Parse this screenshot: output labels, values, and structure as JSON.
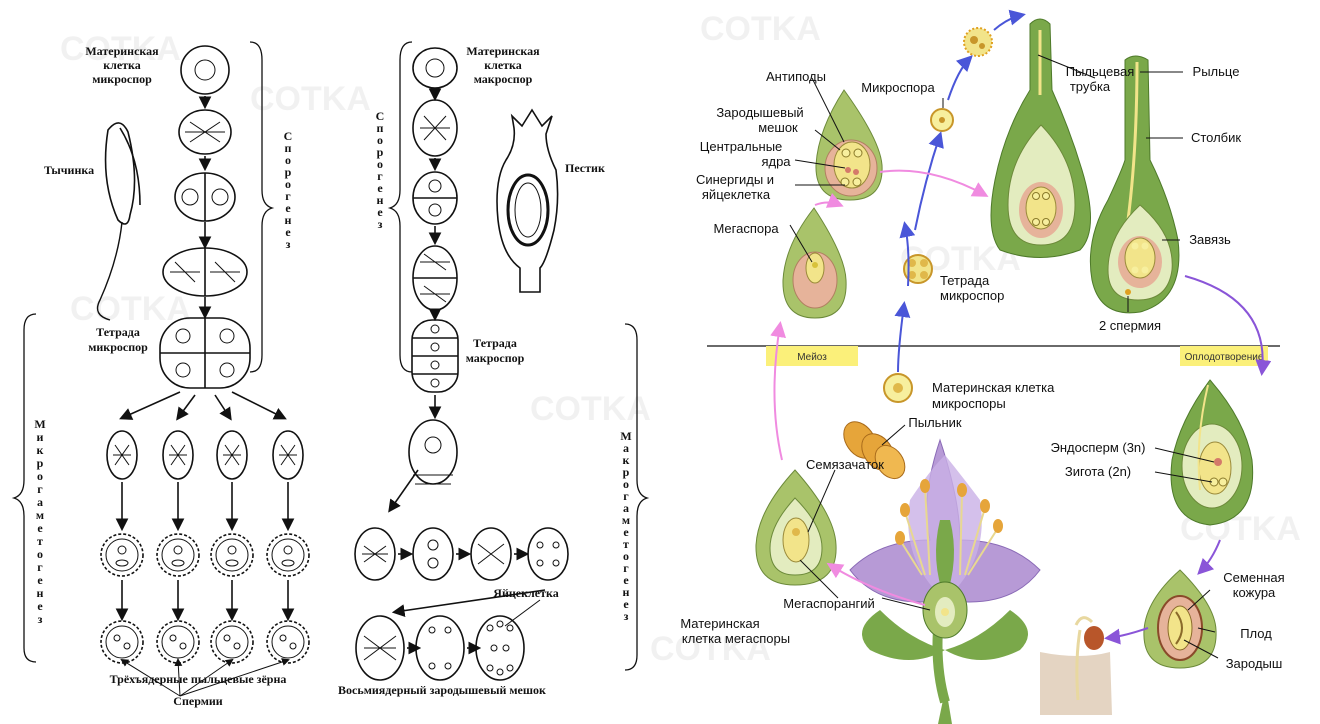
{
  "left_panel": {
    "micro": {
      "mother_cell": [
        "Материнская",
        "клетка",
        "микроспор"
      ],
      "stamen": "Тычинка",
      "tetrad": [
        "Тетрада",
        "микроспор"
      ],
      "sporogenesis": "Спорогенез",
      "microgametogenesis": "Микрогаметогенез",
      "pollen_grains": "Трёхъядерные пыльцевые зёрна",
      "sperms": "Спермии"
    },
    "macro": {
      "mother_cell": [
        "Материнская",
        "клетка",
        "макроспор"
      ],
      "pistil": "Пестик",
      "tetrad": [
        "Тетрада",
        "макроспор"
      ],
      "sporogenesis": "Спорогенез",
      "macrogametogenesis": "Макрогаметогенез",
      "egg_cell": "Яйцеклетка",
      "embryo_sac": "Восьмиядерный зародышевый мешок"
    }
  },
  "right_panel": {
    "antipodes": "Антиподы",
    "embryo_sac": [
      "Зародышевый",
      "мешок"
    ],
    "central_nuclei": [
      "Центральные",
      "ядра"
    ],
    "synergids": [
      "Синергиды и",
      "яйцеклетка"
    ],
    "megaspore": "Мегаспора",
    "microspore": "Микроспора",
    "tetrad": [
      "Тетрада",
      "микроспор"
    ],
    "pollen_tube": [
      "Пыльцевая",
      "трубка"
    ],
    "stigma": "Рыльце",
    "style": "Столбик",
    "ovary": "Завязь",
    "two_sperms": "2 спермия",
    "meiosis": "Мейоз",
    "fertilization": "Оплодотворение",
    "microspore_mother": [
      "Материнская клетка",
      "микроспоры"
    ],
    "anther": "Пыльник",
    "ovule": "Семязачаток",
    "endosperm": "Эндосперм (3n)",
    "zygote": "Зигота (2n)",
    "seed_coat": [
      "Семенная",
      "кожура"
    ],
    "fruit": "Плод",
    "embryo": "Зародыш",
    "megasporangium": "Мегаспорангий",
    "megaspore_mother": [
      "Материнская",
      "клетка мегаспоры"
    ]
  },
  "watermark": "COTKA",
  "colors": {
    "ovule_green": "#a9c36a",
    "ovule_light": "#e3ecbf",
    "nucellus": "#e6b39a",
    "cell_yellow": "#f2e48a",
    "flower_purple": "#b79ad6",
    "stem_green": "#7aa84a",
    "arrow_blue": "#4a56d8",
    "arrow_pink": "#f08be0",
    "arrow_purple": "#8a55d8",
    "tag_yellow": "#fbf07a",
    "pollen_orange": "#e6a53a"
  }
}
